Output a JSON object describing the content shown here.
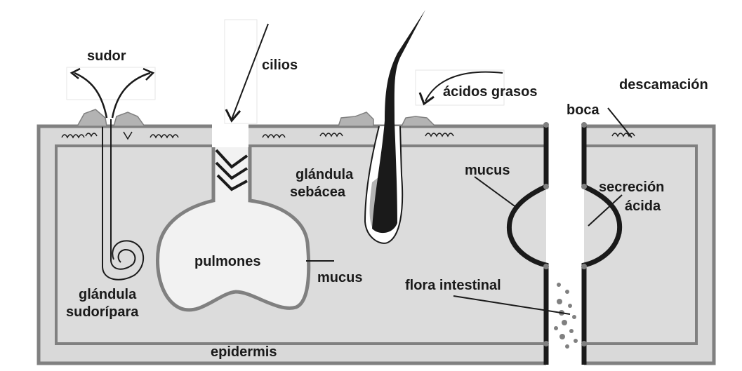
{
  "labels": {
    "sudor": "sudor",
    "cilios": "cilios",
    "acidos_grasos": "ácidos grasos",
    "descamacion": "descamación",
    "boca": "boca",
    "mucus_top": "mucus",
    "glandula_sebacea_1": "glándula",
    "glandula_sebacea_2": "sebácea",
    "secrecion": "secreción",
    "acida": "ácida",
    "pulmones": "pulmones",
    "mucus_lung": "mucus",
    "flora_intestinal": "flora intestinal",
    "glandula_sudoripara_1": "glándula",
    "glandula_sudoripara_2": "sudorípara",
    "epidermis": "epidermis"
  },
  "colors": {
    "body_fill": "#d9d9d9",
    "skin_outline": "#808080",
    "dark": "#1a1a1a",
    "lung_fill": "#f2f2f2",
    "scale_fill": "#b3b3b3"
  }
}
